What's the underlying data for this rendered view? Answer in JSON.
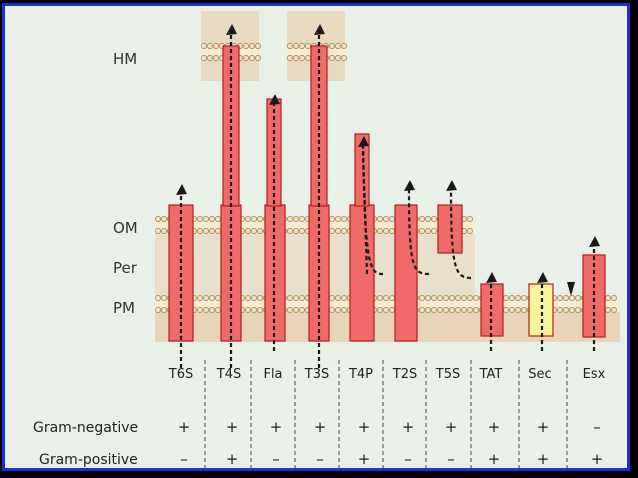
{
  "membranes": {
    "hm": "HM",
    "om": "OM",
    "per": "Per",
    "pm": "PM"
  },
  "systems": [
    {
      "label": "T6S",
      "gram_negative": "+",
      "gram_positive": "–"
    },
    {
      "label": "T4S",
      "gram_negative": "+",
      "gram_positive": "+"
    },
    {
      "label": "Fla",
      "gram_negative": "+",
      "gram_positive": "–"
    },
    {
      "label": "T3S",
      "gram_negative": "+",
      "gram_positive": "–"
    },
    {
      "label": "T4P",
      "gram_negative": "+",
      "gram_positive": "+"
    },
    {
      "label": "T2S",
      "gram_negative": "+",
      "gram_positive": "–"
    },
    {
      "label": "T5S",
      "gram_negative": "+",
      "gram_positive": "–"
    },
    {
      "label": "TAT",
      "gram_negative": "+",
      "gram_positive": "+"
    },
    {
      "label": "Sec",
      "gram_negative": "+",
      "gram_positive": "+"
    },
    {
      "label": "Esx",
      "gram_negative": "–",
      "gram_positive": "+"
    }
  ],
  "rows": {
    "gram_negative": "Gram-negative",
    "gram_positive": "Gram-positive"
  },
  "colors": {
    "channel": "#f06a6a",
    "channel_stroke": "#b02020",
    "sec_channel": "#f7f39a",
    "periplasm": "#e8d2b4",
    "lipid_head": "#f2e2c4",
    "arrow": "#1a1a1a",
    "frame": "#1a2fd6"
  }
}
